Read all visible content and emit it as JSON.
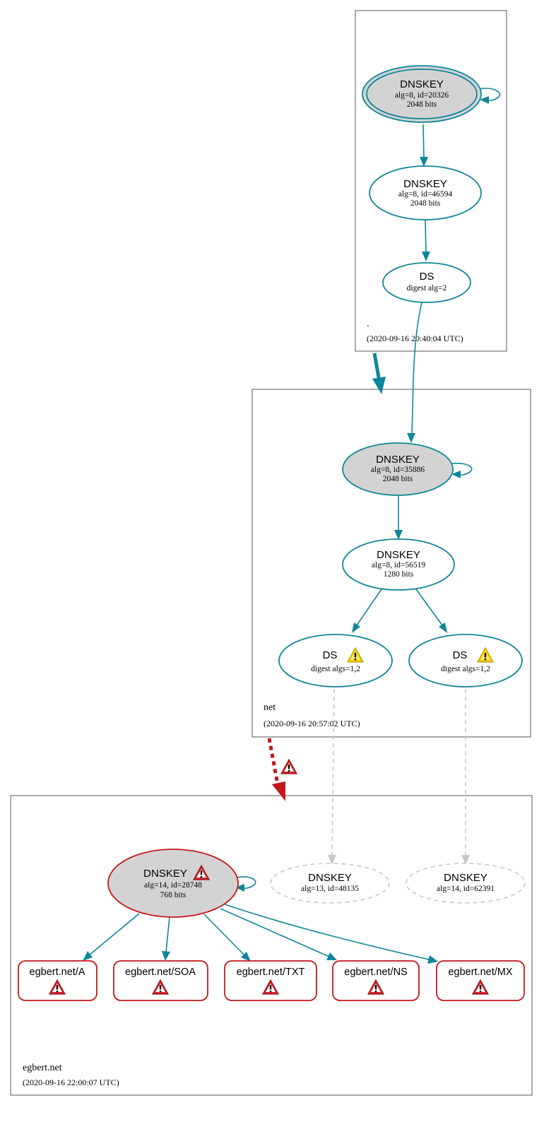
{
  "zones": {
    "root": {
      "name": ".",
      "timestamp": "(2020-09-16 20:40:04 UTC)"
    },
    "net": {
      "name": "net",
      "timestamp": "(2020-09-16 20:57:02 UTC)"
    },
    "egbert": {
      "name": "egbert.net",
      "timestamp": "(2020-09-16 22:00:07 UTC)"
    }
  },
  "nodes": {
    "root_ksk": {
      "title": "DNSKEY",
      "line1": "alg=8, id=20326",
      "line2": "2048 bits"
    },
    "root_zsk": {
      "title": "DNSKEY",
      "line1": "alg=8, id=46594",
      "line2": "2048 bits"
    },
    "root_ds": {
      "title": "DS",
      "line1": "digest alg=2"
    },
    "net_ksk": {
      "title": "DNSKEY",
      "line1": "alg=8, id=35886",
      "line2": "2048 bits"
    },
    "net_zsk": {
      "title": "DNSKEY",
      "line1": "alg=8, id=56519",
      "line2": "1280 bits"
    },
    "net_ds1": {
      "title": "DS",
      "line1": "digest algs=1,2"
    },
    "net_ds2": {
      "title": "DS",
      "line1": "digest algs=1,2"
    },
    "eg_ksk": {
      "title": "DNSKEY",
      "line1": "alg=14, id=28748",
      "line2": "768 bits"
    },
    "eg_missing1": {
      "title": "DNSKEY",
      "line1": "alg=13, id=48135"
    },
    "eg_missing2": {
      "title": "DNSKEY",
      "line1": "alg=14, id=62391"
    }
  },
  "rrsets": [
    {
      "label": "egbert.net/A"
    },
    {
      "label": "egbert.net/SOA"
    },
    {
      "label": "egbert.net/TXT"
    },
    {
      "label": "egbert.net/NS"
    },
    {
      "label": "egbert.net/MX"
    }
  ],
  "colors": {
    "secure_edge": "#10869a",
    "bogus": "#c4171b",
    "missing": "#c8c8c8",
    "key_fill": "#d3d3d3",
    "warning_yellow": "#f5d000",
    "error_red": "#d8262c"
  },
  "icons": {
    "warning": "warning-triangle-icon",
    "error": "error-triangle-icon"
  }
}
